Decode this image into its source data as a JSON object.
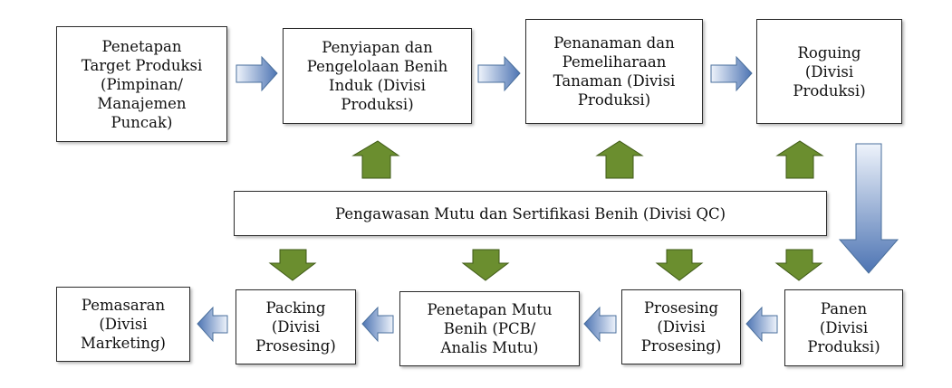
{
  "nodes": {
    "target": "Penetapan\nTarget Produksi\n(Pimpinan/\nManajemen\nPuncak)",
    "penyiapan": "Penyiapan dan\nPengelolaan Benih\nInduk (Divisi\nProduksi)",
    "penanaman": "Penanaman dan\nPemeliharaan\nTanaman (Divisi\nProduksi)",
    "roguing": "Roguing\n(Divisi\nProduksi)",
    "pengawasan": "Pengawasan Mutu dan Sertifikasi Benih (Divisi QC)",
    "pemasaran": "Pemasaran\n(Divisi\nMarketing)",
    "packing": "Packing\n(Divisi\nProsesing)",
    "penetapan_mutu": "Penetapan Mutu\nBenih (PCB/\nAnalis Mutu)",
    "prosesing": "Prosesing\n(Divisi\nProsesing)",
    "panen": "Panen\n(Divisi\nProduksi)"
  },
  "colors": {
    "flow_arrow_light": "#eef3fb",
    "flow_arrow_dark": "#4d74b3",
    "qc_arrow_fill": "#6b8e2f",
    "qc_arrow_stroke": "#3f5a17"
  }
}
